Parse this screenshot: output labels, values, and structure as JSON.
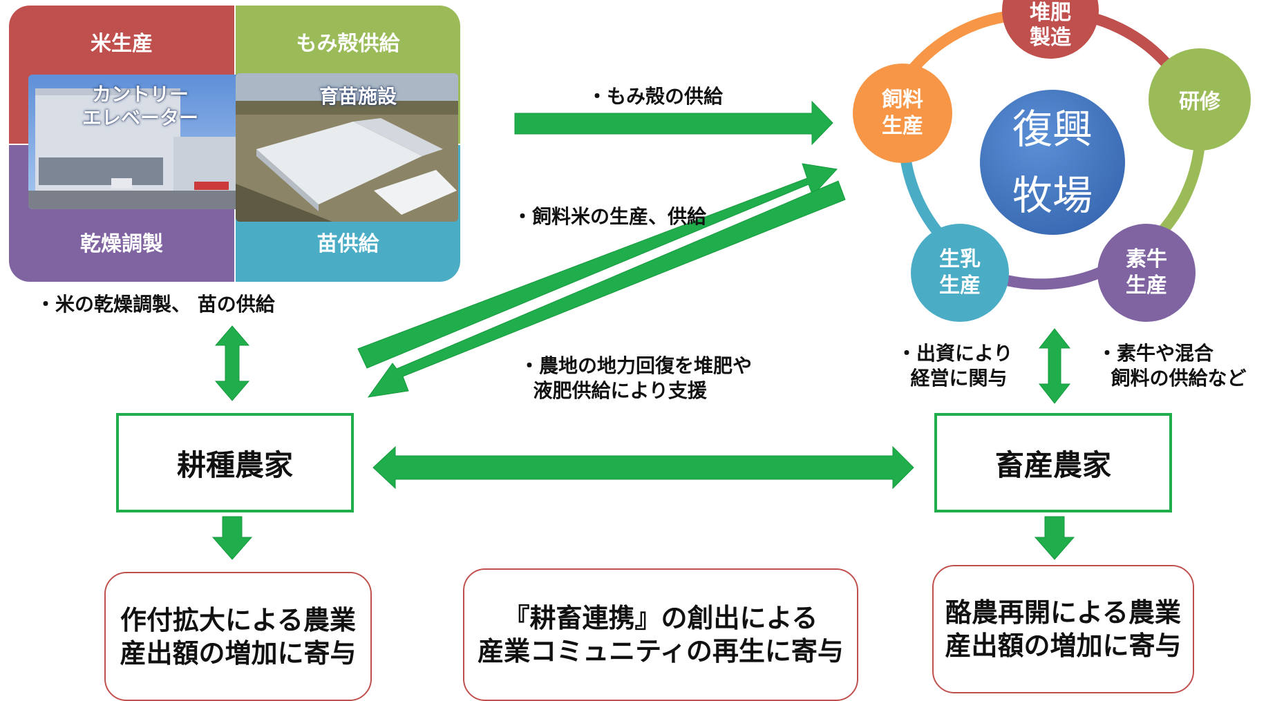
{
  "quadrant": {
    "top_left": "米生産",
    "top_right": "もみ殻供給",
    "bottom_left": "乾燥調製",
    "bottom_right": "苗供給",
    "caption_left": "カントリー\nエレベーター",
    "caption_right": "育苗施設"
  },
  "notes": {
    "rice": "・米の乾燥調製、 苗の供給",
    "husk": "・もみ殻の供給",
    "feed_rice": "・飼料米の生産、供給",
    "soil": "・農地の地力回復を堆肥や\n  液肥供給により支援",
    "invest": "・出資により\n  経営に関与",
    "calf": "・素牛や混合\n  飼料の供給など"
  },
  "farms": {
    "crop": "耕種農家",
    "livestock": "畜産農家"
  },
  "results": {
    "crop": "作付拡大による農業\n産出額の増加に寄与",
    "center": "『耕畜連携』の創出による\n産業コミュニティの再生に寄与",
    "livestock": "酪農再開による農業\n産出額の増加に寄与"
  },
  "ranch": {
    "center": "復興\n牧場",
    "top": "堆肥\n製造",
    "right": "研修",
    "bottom_right": "素牛\n生産",
    "bottom_left": "生乳\n生産",
    "left": "飼料\n生産"
  },
  "colors": {
    "green_arrow": "#1fae4b",
    "red": "#c0504d",
    "olive": "#9bbb59",
    "purple": "#8064a2",
    "teal": "#4bacc6",
    "orange": "#f79646",
    "blue": "#3a6fb5"
  }
}
